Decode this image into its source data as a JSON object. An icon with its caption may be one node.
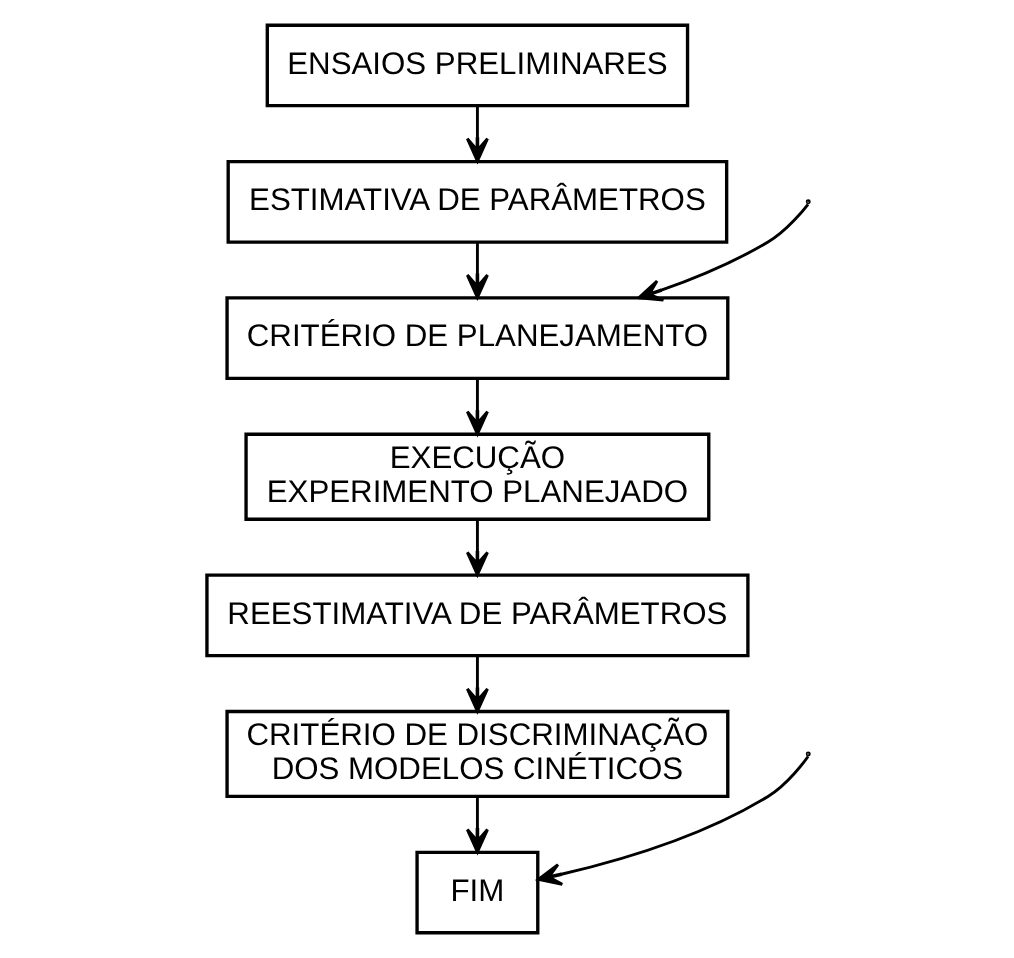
{
  "diagram": {
    "nodes": [
      {
        "text": [
          "ENSAIOS PRELIMINARES"
        ]
      },
      {
        "text": [
          "ESTIMATIVA DE PARÂMETROS"
        ]
      },
      {
        "text": [
          "CRITÉRIO DE PLANEJAMENTO"
        ]
      },
      {
        "text": [
          "EXECUÇÃO EXPERIMENTO PLANEJADO"
        ]
      },
      {
        "text": [
          "REESTIMATIVA DE PARÂMETROS"
        ]
      },
      {
        "text": [
          "CRITÉRIO DE DISCRIMINAÇÃO DOS MODELOS CINÉTICOS"
        ]
      },
      {
        "text": [
          "FIM"
        ]
      }
    ],
    "edges": [
      {
        "from": 0,
        "to": 1,
        "arrow": "to"
      },
      {
        "from": 1,
        "to": 2,
        "arrow": "to"
      },
      {
        "from": null,
        "to": 2,
        "arrow": "to"
      },
      {
        "from": 2,
        "to": 3,
        "arrow": "to"
      },
      {
        "from": 3,
        "to": 4,
        "arrow": "to"
      },
      {
        "from": 4,
        "to": 5,
        "arrow": "to"
      },
      {
        "from": 5,
        "to": 6,
        "arrow": "to"
      },
      {
        "from": null,
        "to": 6,
        "arrow": "to"
      }
    ]
  }
}
